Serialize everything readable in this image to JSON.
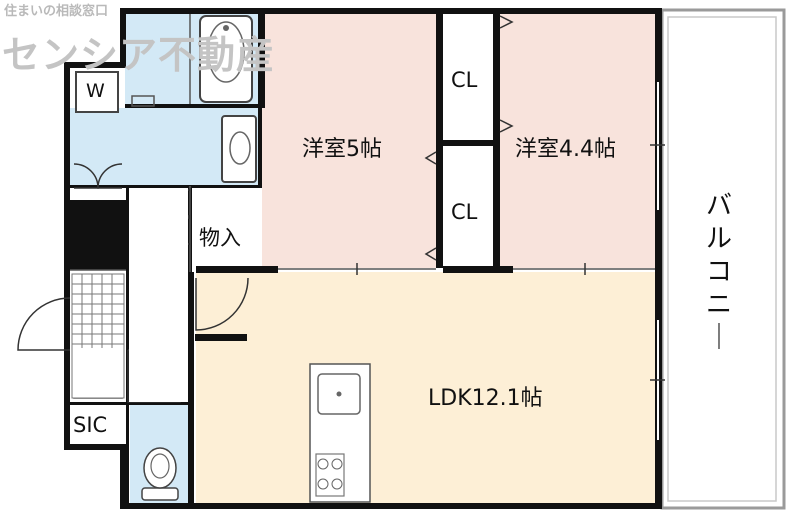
{
  "watermark": {
    "tagline": "住まいの相談窓口",
    "company": "センシア不動産"
  },
  "rooms": {
    "western1": "洋室5帖",
    "western2": "洋室4.4帖",
    "ldk": "LDK12.1帖",
    "storage": "物入",
    "closet_upper": "CL",
    "closet_lower": "CL",
    "washer": "W",
    "sic": "SIC",
    "balcony": "バルコニー"
  },
  "colors": {
    "western_rooms": "#f8e3dc",
    "ldk": "#fdefd6",
    "wet_area": "#d3e9f6",
    "walls": "#111111",
    "balcony_border": "#9a9a9a"
  }
}
